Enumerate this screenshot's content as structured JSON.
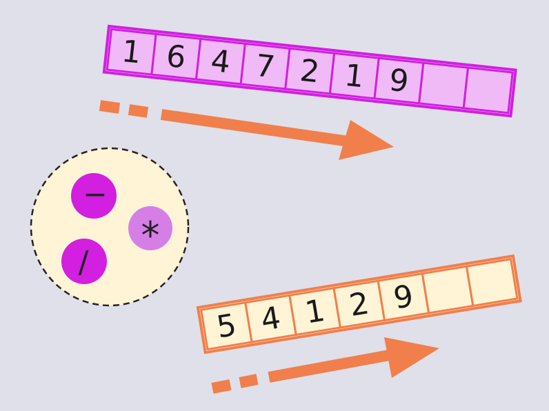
{
  "top_tape": {
    "cells": [
      "1",
      "6",
      "4",
      "7",
      "2",
      "1",
      "9",
      "",
      ""
    ],
    "fill_color": "#efbaf6",
    "border_color": "#d21fe0"
  },
  "bottom_tape": {
    "cells": [
      "5",
      "4",
      "1",
      "2",
      "9",
      "",
      ""
    ],
    "fill_color": "#fff5d6",
    "border_color": "#f07f4c"
  },
  "arrow_color": "#f07f4c",
  "operator_pool": {
    "background_color": "#fff5d6",
    "operators": [
      {
        "symbol": "−",
        "color": "#d21fe0"
      },
      {
        "symbol": "*",
        "color": "#d57fe6"
      },
      {
        "symbol": "/",
        "color": "#d21fe0"
      }
    ]
  }
}
